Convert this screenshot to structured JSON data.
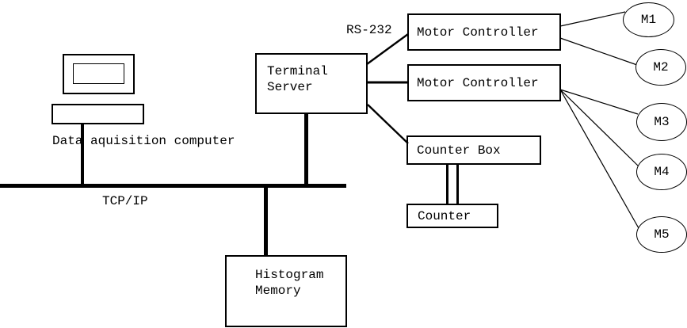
{
  "diagram": {
    "background": "#ffffff",
    "line_color": "#000000",
    "nodes": {
      "computer": {
        "label": "Data aquisition computer"
      },
      "terminal_server": {
        "line1": "Terminal",
        "line2": "Server"
      },
      "motor_controller_1": {
        "label": "Motor Controller"
      },
      "motor_controller_2": {
        "label": "Motor Controller"
      },
      "counter_box": {
        "label": "Counter Box"
      },
      "counter": {
        "label": "Counter"
      },
      "histogram_memory": {
        "line1": "Histogram",
        "line2": "Memory"
      },
      "motors": [
        {
          "label": "M1"
        },
        {
          "label": "M2"
        },
        {
          "label": "M3"
        },
        {
          "label": "M4"
        },
        {
          "label": "M5"
        }
      ]
    },
    "edge_labels": {
      "bus": "TCP/IP",
      "serial": "RS-232"
    },
    "connections": [
      {
        "from": "data-acquisition-computer",
        "to": "tcp-ip-bus"
      },
      {
        "from": "terminal-server",
        "to": "tcp-ip-bus"
      },
      {
        "from": "histogram-memory",
        "to": "tcp-ip-bus"
      },
      {
        "from": "terminal-server",
        "to": "motor-controller-1",
        "label": "RS-232"
      },
      {
        "from": "terminal-server",
        "to": "motor-controller-2"
      },
      {
        "from": "terminal-server",
        "to": "counter-box"
      },
      {
        "from": "motor-controller-1",
        "to": "M1"
      },
      {
        "from": "motor-controller-1",
        "to": "M2"
      },
      {
        "from": "motor-controller-2",
        "to": "M3"
      },
      {
        "from": "motor-controller-2",
        "to": "M4"
      },
      {
        "from": "motor-controller-2",
        "to": "M5"
      },
      {
        "from": "counter-box",
        "to": "counter"
      }
    ]
  }
}
